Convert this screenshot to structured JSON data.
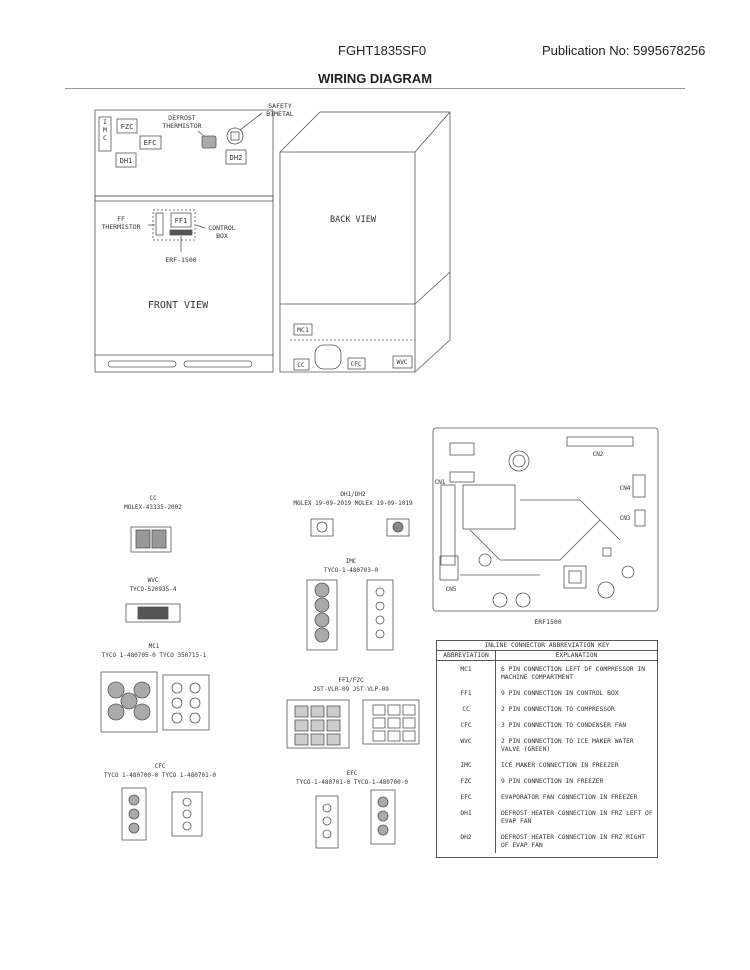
{
  "header": {
    "model": "FGHT1835SF0",
    "publication": "Publication No:  5995678256",
    "title": "WIRING DIAGRAM"
  },
  "front_view": {
    "labels": {
      "imc": "I\nM\nC",
      "fzc": "FZC",
      "efc": "EFC",
      "dh1": "DH1",
      "defrost_thermistor": "DEFROST\nTHERMISTOR",
      "safety_bimetal": "SAFETY\nBIMETAL",
      "dh2": "DH2",
      "ff_thermistor": "FF\nTHERMISTOR",
      "ff1": "FF1",
      "control_box": "CONTROL\nBOX",
      "erf": "ERF-1500",
      "title": "FRONT VIEW"
    }
  },
  "back_view": {
    "labels": {
      "title": "BACK VIEW",
      "mc1": "MC1",
      "cc": "CC",
      "cfc": "CFC",
      "wvc": "WVC"
    }
  },
  "board": {
    "labels": {
      "cn1": "CN1",
      "cn2": "CN2",
      "cn3": "CN3",
      "cn4": "CN4",
      "cn5": "CN5",
      "name": "ERF1500"
    }
  },
  "connectors": [
    {
      "name": "CC",
      "part": "MOLEX-43335-2002"
    },
    {
      "name": "DH1/DH2",
      "part": "MOLEX 19-09-2019   MOLEX 19-09-1019"
    },
    {
      "name": "IMC",
      "part": "TYCO-1-480703-0"
    },
    {
      "name": "WVC",
      "part": "TYCO-520935-4"
    },
    {
      "name": "MC1",
      "part": "TYCO 1-480705-0  TYCO 350715-1"
    },
    {
      "name": "FF1/FZC",
      "part": "JST-VLR-09          JST-VLP-09"
    },
    {
      "name": "CFC",
      "part": "TYCO 1-480700-0   TYCO 1-480701-0"
    },
    {
      "name": "EFC",
      "part": "TYCO-1-480701-0   TYCO-1-480700-0"
    }
  ],
  "key": {
    "title": "INLINE CONNECTOR ABBREVIATION KEY",
    "col_abbr": "ABBREVIATION",
    "col_expl": "EXPLANATION",
    "rows": [
      {
        "abbr": "MC1",
        "expl": "6 PIN CONNECTION LEFT OF COMPRESSOR IN MACHINE COMPARTMENT"
      },
      {
        "abbr": "FF1",
        "expl": "9 PIN CONNECTION IN CONTROL BOX"
      },
      {
        "abbr": "CC",
        "expl": "2 PIN CONNECTION TO COMPRESSOR"
      },
      {
        "abbr": "CFC",
        "expl": "3 PIN CONNECTION TO CONDENSER FAN"
      },
      {
        "abbr": "WVC",
        "expl": "2 PIN CONNECTION TO ICE MAKER WATER VALVE (GREEN)"
      },
      {
        "abbr": "IMC",
        "expl": "ICE MAKER CONNECTION IN FREEZER"
      },
      {
        "abbr": "FZC",
        "expl": "9 PIN CONNECTION IN FREEZER"
      },
      {
        "abbr": "EFC",
        "expl": "EVAPORATOR FAN CONNECTION IN FREEZER"
      },
      {
        "abbr": "DH1",
        "expl": "DEFROST HEATER CONNECTION IN FRZ LEFT OF EVAP FAN"
      },
      {
        "abbr": "DH2",
        "expl": "DEFROST HEATER CONNECTION IN FRZ RIGHT OF EVAP FAN"
      }
    ]
  }
}
